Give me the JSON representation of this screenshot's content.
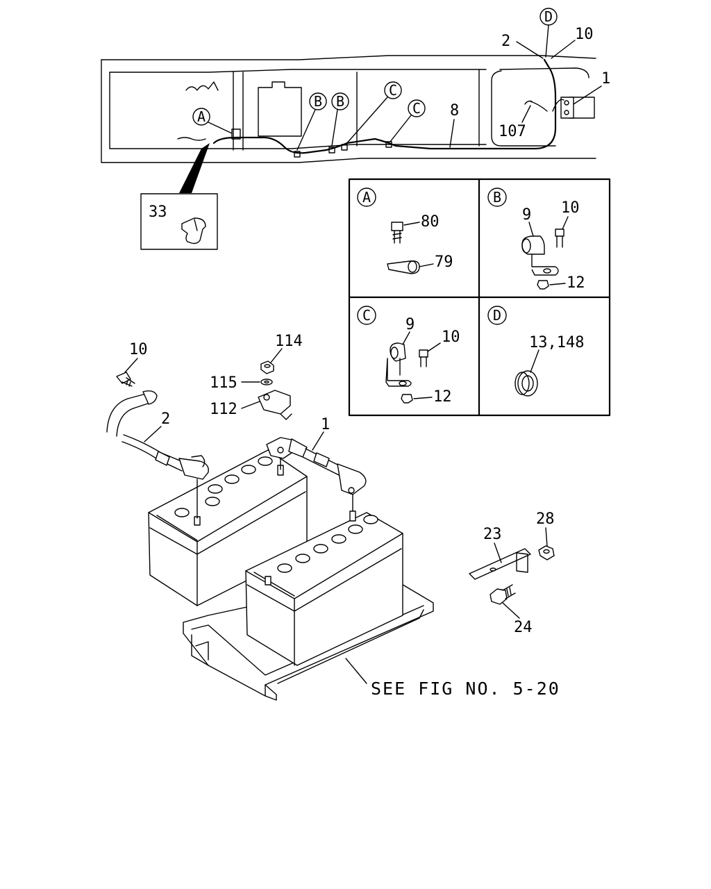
{
  "callouts": {
    "top_a": "A",
    "top_b1": "B",
    "top_b2": "B",
    "top_c1": "C",
    "top_c2": "C",
    "top_d": "D",
    "panel_a": "A",
    "panel_b": "B",
    "panel_c": "C",
    "panel_d": "D"
  },
  "labels": {
    "top_2": "2",
    "top_10": "10",
    "top_1": "1",
    "top_8": "8",
    "top_107": "107",
    "inset_33": "33",
    "a_80": "80",
    "a_79": "79",
    "b_9": "9",
    "b_10": "10",
    "b_12": "12",
    "c_9": "9",
    "c_10": "10",
    "c_12": "12",
    "d_13_148": "13,148",
    "bat_10": "10",
    "bat_2": "2",
    "bat_114": "114",
    "bat_115": "115",
    "bat_112": "112",
    "bat_1": "1",
    "br_23": "23",
    "br_28": "28",
    "br_24": "24"
  },
  "reference_note": "SEE FIG NO. 5-20"
}
